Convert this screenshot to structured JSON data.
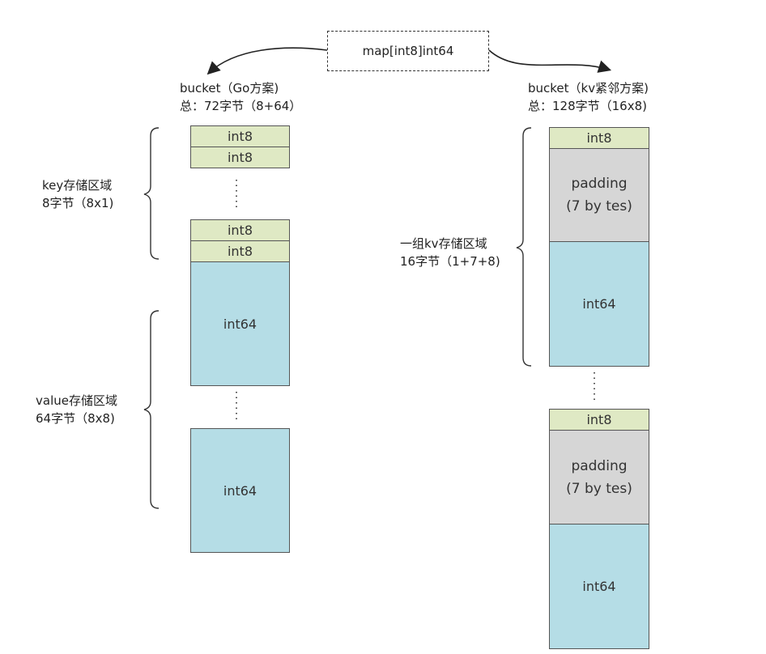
{
  "header": {
    "title": "map[int8]int64"
  },
  "left": {
    "caption_line1": "bucket（Go方案)",
    "caption_line2": "总：72字节（8+64）",
    "key_label_line1": "key存储区域",
    "key_label_line2": "8字节（8x1)",
    "value_label_line1": "value存储区域",
    "value_label_line2": "64字节（8x8)",
    "cells": {
      "key": "int8",
      "value": "int64"
    }
  },
  "right": {
    "caption_line1": "bucket（kv紧邻方案)",
    "caption_line2": "总：128字节（16x8)",
    "group_label_line1": "一组kv存储区域",
    "group_label_line2": "16字节（1+7+8)",
    "cells": {
      "key": "int8",
      "padding_line1": "padding",
      "padding_line2": "(7 by tes)",
      "value": "int64"
    }
  },
  "colors": {
    "key": "#dfe9c4",
    "value": "#b5dde6",
    "padding": "#d6d6d6"
  }
}
